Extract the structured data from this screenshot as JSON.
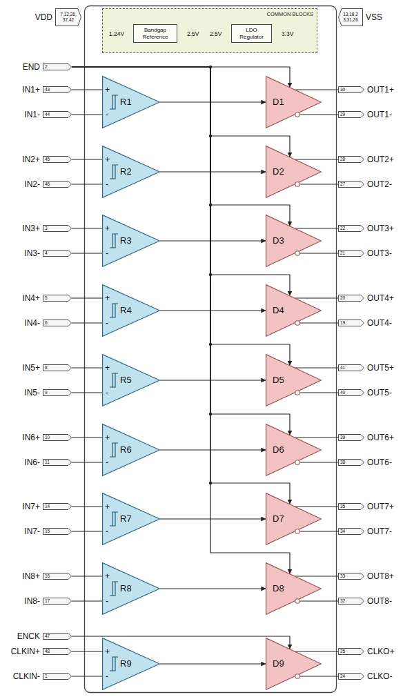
{
  "diagram": {
    "nodes": [
      {
        "text": [
          "VDD",
          "7,12,26, 37,42"
        ]
      },
      {
        "text": [
          "COMMON BLOCKS"
        ]
      },
      {
        "text": [
          "Bandgap Reference"
        ],
        "in": 1
      },
      {
        "text": [
          "LDO Regulator"
        ],
        "in": 1
      },
      {
        "text": [
          "VSS",
          "13,18,2 3,31,26"
        ]
      },
      {
        "text": [
          "END",
          "2"
        ]
      },
      {
        "text": [
          "IN1+",
          "43"
        ]
      },
      {
        "text": [
          "IN1-",
          "44"
        ]
      },
      {
        "text": [
          "+",
          "-",
          "R1"
        ]
      },
      {
        "text": [
          "D1"
        ]
      },
      {
        "text": [
          "OUT1+",
          "30"
        ]
      },
      {
        "text": [
          "OUT1-",
          "29"
        ]
      },
      {
        "text": [
          "IN2+",
          "45"
        ]
      },
      {
        "text": [
          "IN2-",
          "46"
        ]
      },
      {
        "text": [
          "+",
          "-",
          "R2"
        ]
      },
      {
        "text": [
          "D2"
        ]
      },
      {
        "text": [
          "OUT2+",
          "28"
        ]
      },
      {
        "text": [
          "OUT2-",
          "27"
        ]
      },
      {
        "text": [
          "IN3+",
          "3"
        ]
      },
      {
        "text": [
          "IN3-",
          "4"
        ]
      },
      {
        "text": [
          "+",
          "-",
          "R3"
        ]
      },
      {
        "text": [
          "D3"
        ]
      },
      {
        "text": [
          "OUT3+",
          "22"
        ]
      },
      {
        "text": [
          "OUT3-",
          "21"
        ]
      },
      {
        "text": [
          "IN4+",
          "5"
        ]
      },
      {
        "text": [
          "IN4-",
          "6"
        ]
      },
      {
        "text": [
          "+",
          "-",
          "R4"
        ]
      },
      {
        "text": [
          "D4"
        ]
      },
      {
        "text": [
          "OUT4+",
          "20"
        ]
      },
      {
        "text": [
          "OUT4-",
          "19"
        ]
      },
      {
        "text": [
          "IN5+",
          "8"
        ]
      },
      {
        "text": [
          "IN5-",
          "9"
        ]
      },
      {
        "text": [
          "+",
          "-",
          "R5"
        ]
      },
      {
        "text": [
          "D5"
        ]
      },
      {
        "text": [
          "OUT5+",
          "41"
        ]
      },
      {
        "text": [
          "OUT5-",
          "40"
        ]
      },
      {
        "text": [
          "IN6+",
          "10"
        ]
      },
      {
        "text": [
          "IN6-",
          "11"
        ]
      },
      {
        "text": [
          "+",
          "-",
          "R6"
        ]
      },
      {
        "text": [
          "D6"
        ]
      },
      {
        "text": [
          "OUT6+",
          "39"
        ]
      },
      {
        "text": [
          "OUT6-",
          "38"
        ]
      },
      {
        "text": [
          "IN7+",
          "14"
        ]
      },
      {
        "text": [
          "IN7-",
          "15"
        ]
      },
      {
        "text": [
          "+",
          "-",
          "R7"
        ]
      },
      {
        "text": [
          "D7"
        ]
      },
      {
        "text": [
          "OUT7+",
          "35"
        ]
      },
      {
        "text": [
          "OUT7-",
          "34"
        ]
      },
      {
        "text": [
          "IN8+",
          "16"
        ]
      },
      {
        "text": [
          "IN8-",
          "17"
        ]
      },
      {
        "text": [
          "+",
          "-",
          "R8"
        ]
      },
      {
        "text": [
          "D8"
        ]
      },
      {
        "text": [
          "OUT8+",
          "33"
        ]
      },
      {
        "text": [
          "OUT8-",
          "32"
        ]
      },
      {
        "text": [
          "ENCK",
          "47"
        ]
      },
      {
        "text": [
          "CLKIN+",
          "48"
        ]
      },
      {
        "text": [
          "CLKIN-",
          "1"
        ]
      },
      {
        "text": [
          "+",
          "-",
          "R9"
        ]
      },
      {
        "text": [
          "D9"
        ]
      },
      {
        "text": [
          "CLKO+",
          "25"
        ]
      },
      {
        "text": [
          "CLKO-",
          "24"
        ]
      }
    ],
    "edges": [
      {
        "from": 6,
        "to": 8,
        "arrow": "none"
      },
      {
        "from": 7,
        "to": 8,
        "arrow": "none"
      },
      {
        "from": 8,
        "to": 9,
        "arrow": "to"
      },
      {
        "from": 5,
        "to": 9,
        "arrow": "to"
      },
      {
        "from": 9,
        "to": 10,
        "arrow": "none"
      },
      {
        "from": 9,
        "to": 11,
        "arrow": "none"
      },
      {
        "from": 12,
        "to": 14,
        "arrow": "none"
      },
      {
        "from": 13,
        "to": 14,
        "arrow": "none"
      },
      {
        "from": 14,
        "to": 15,
        "arrow": "to"
      },
      {
        "from": 5,
        "to": 15,
        "arrow": "to"
      },
      {
        "from": 15,
        "to": 16,
        "arrow": "none"
      },
      {
        "from": 15,
        "to": 17,
        "arrow": "none"
      },
      {
        "from": 18,
        "to": 20,
        "arrow": "none"
      },
      {
        "from": 19,
        "to": 20,
        "arrow": "none"
      },
      {
        "from": 20,
        "to": 21,
        "arrow": "to"
      },
      {
        "from": 5,
        "to": 21,
        "arrow": "to"
      },
      {
        "from": 21,
        "to": 22,
        "arrow": "none"
      },
      {
        "from": 21,
        "to": 23,
        "arrow": "none"
      },
      {
        "from": 24,
        "to": 26,
        "arrow": "none"
      },
      {
        "from": 25,
        "to": 26,
        "arrow": "none"
      },
      {
        "from": 26,
        "to": 27,
        "arrow": "to"
      },
      {
        "from": 5,
        "to": 27,
        "arrow": "to"
      },
      {
        "from": 27,
        "to": 28,
        "arrow": "none"
      },
      {
        "from": 27,
        "to": 29,
        "arrow": "none"
      },
      {
        "from": 30,
        "to": 32,
        "arrow": "none"
      },
      {
        "from": 31,
        "to": 32,
        "arrow": "none"
      },
      {
        "from": 32,
        "to": 33,
        "arrow": "to"
      },
      {
        "from": 5,
        "to": 33,
        "arrow": "to"
      },
      {
        "from": 33,
        "to": 34,
        "arrow": "none"
      },
      {
        "from": 33,
        "to": 35,
        "arrow": "none"
      },
      {
        "from": 36,
        "to": 38,
        "arrow": "none"
      },
      {
        "from": 37,
        "to": 38,
        "arrow": "none"
      },
      {
        "from": 38,
        "to": 39,
        "arrow": "to"
      },
      {
        "from": 5,
        "to": 39,
        "arrow": "to"
      },
      {
        "from": 39,
        "to": 40,
        "arrow": "none"
      },
      {
        "from": 39,
        "to": 41,
        "arrow": "none"
      },
      {
        "from": 42,
        "to": 44,
        "arrow": "none"
      },
      {
        "from": 43,
        "to": 44,
        "arrow": "none"
      },
      {
        "from": 44,
        "to": 45,
        "arrow": "to"
      },
      {
        "from": 5,
        "to": 45,
        "arrow": "to"
      },
      {
        "from": 45,
        "to": 46,
        "arrow": "none"
      },
      {
        "from": 45,
        "to": 47,
        "arrow": "none"
      },
      {
        "from": 48,
        "to": 50,
        "arrow": "none"
      },
      {
        "from": 49,
        "to": 50,
        "arrow": "none"
      },
      {
        "from": 50,
        "to": 51,
        "arrow": "to"
      },
      {
        "from": 5,
        "to": 51,
        "arrow": "to"
      },
      {
        "from": 51,
        "to": 52,
        "arrow": "none"
      },
      {
        "from": 51,
        "to": 53,
        "arrow": "none"
      },
      {
        "from": 54,
        "to": 58,
        "arrow": "to"
      },
      {
        "from": 55,
        "to": 57,
        "arrow": "none"
      },
      {
        "from": 56,
        "to": 57,
        "arrow": "none"
      },
      {
        "from": 57,
        "to": 58,
        "arrow": "to"
      },
      {
        "from": 58,
        "to": 59,
        "arrow": "none"
      },
      {
        "from": 58,
        "to": 60,
        "arrow": "none"
      }
    ],
    "labels": [
      "1.24V",
      "2.5V",
      "2.5V",
      "3.3V"
    ]
  }
}
